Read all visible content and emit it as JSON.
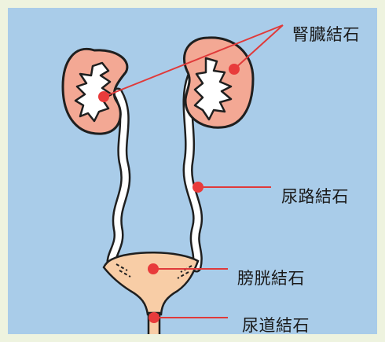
{
  "labels": {
    "kidney_stone": "腎臓結石",
    "ureteral_stone": "尿路結石",
    "bladder_stone": "膀胱結石",
    "urethral_stone": "尿道結石"
  },
  "colors": {
    "background": "#a9cce9",
    "frame": "#eef3df",
    "kidney_fill": "#f3a894",
    "bladder_fill": "#f8cda6",
    "stone_marker": "#e83b3b",
    "leader_line": "#e03a3a",
    "outline": "#1f1f1f"
  }
}
